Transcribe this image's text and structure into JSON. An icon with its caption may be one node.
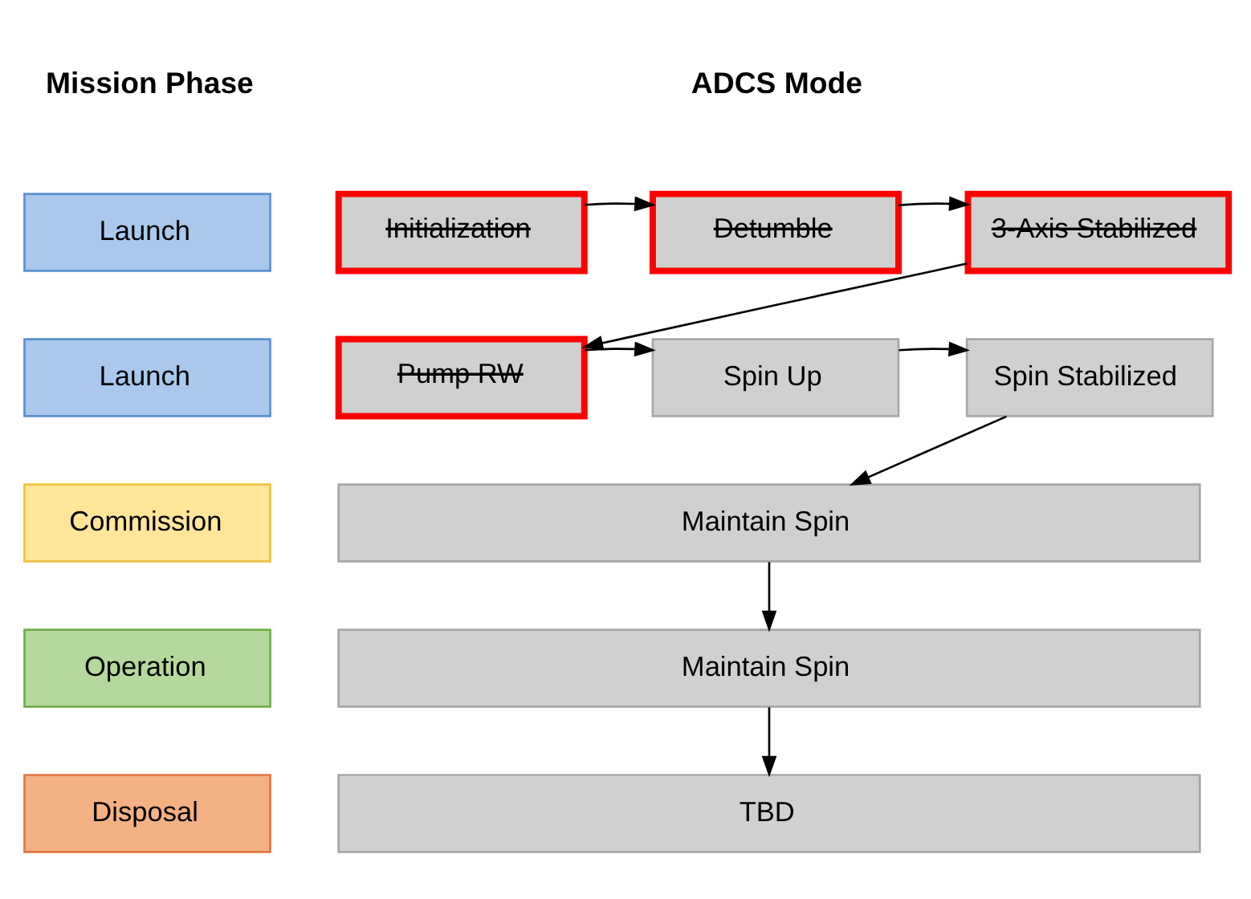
{
  "diagram": {
    "nodes": [
      {
        "text": [
          "Launch"
        ]
      },
      {
        "text": [
          "Initialization"
        ]
      },
      {
        "text": [
          "Detumble"
        ]
      },
      {
        "text": [
          "3-Axis Stabilized"
        ]
      },
      {
        "text": [
          "Launch"
        ]
      },
      {
        "text": [
          "Pump RW"
        ]
      },
      {
        "text": [
          "Spin Up"
        ]
      },
      {
        "text": [
          "Spin Stabilized"
        ]
      },
      {
        "text": [
          "Commission"
        ]
      },
      {
        "text": [
          "Maintain Spin"
        ]
      },
      {
        "text": [
          "Operation"
        ]
      },
      {
        "text": [
          "Maintain Spin"
        ]
      },
      {
        "text": [
          "Disposal"
        ]
      },
      {
        "text": [
          "TBD"
        ]
      }
    ],
    "edges": [
      {
        "from": 1,
        "to": 2,
        "arrow": "to"
      },
      {
        "from": 2,
        "to": 3,
        "arrow": "to"
      },
      {
        "from": 3,
        "to": 5,
        "arrow": "to"
      },
      {
        "from": 5,
        "to": 6,
        "arrow": "to"
      },
      {
        "from": 6,
        "to": 7,
        "arrow": "to"
      },
      {
        "from": 7,
        "to": 9,
        "arrow": "to"
      },
      {
        "from": 9,
        "to": 11,
        "arrow": "to"
      },
      {
        "from": 11,
        "to": 13,
        "arrow": "to"
      }
    ],
    "labels": [
      "Mission Phase",
      "ADCS Mode"
    ]
  }
}
